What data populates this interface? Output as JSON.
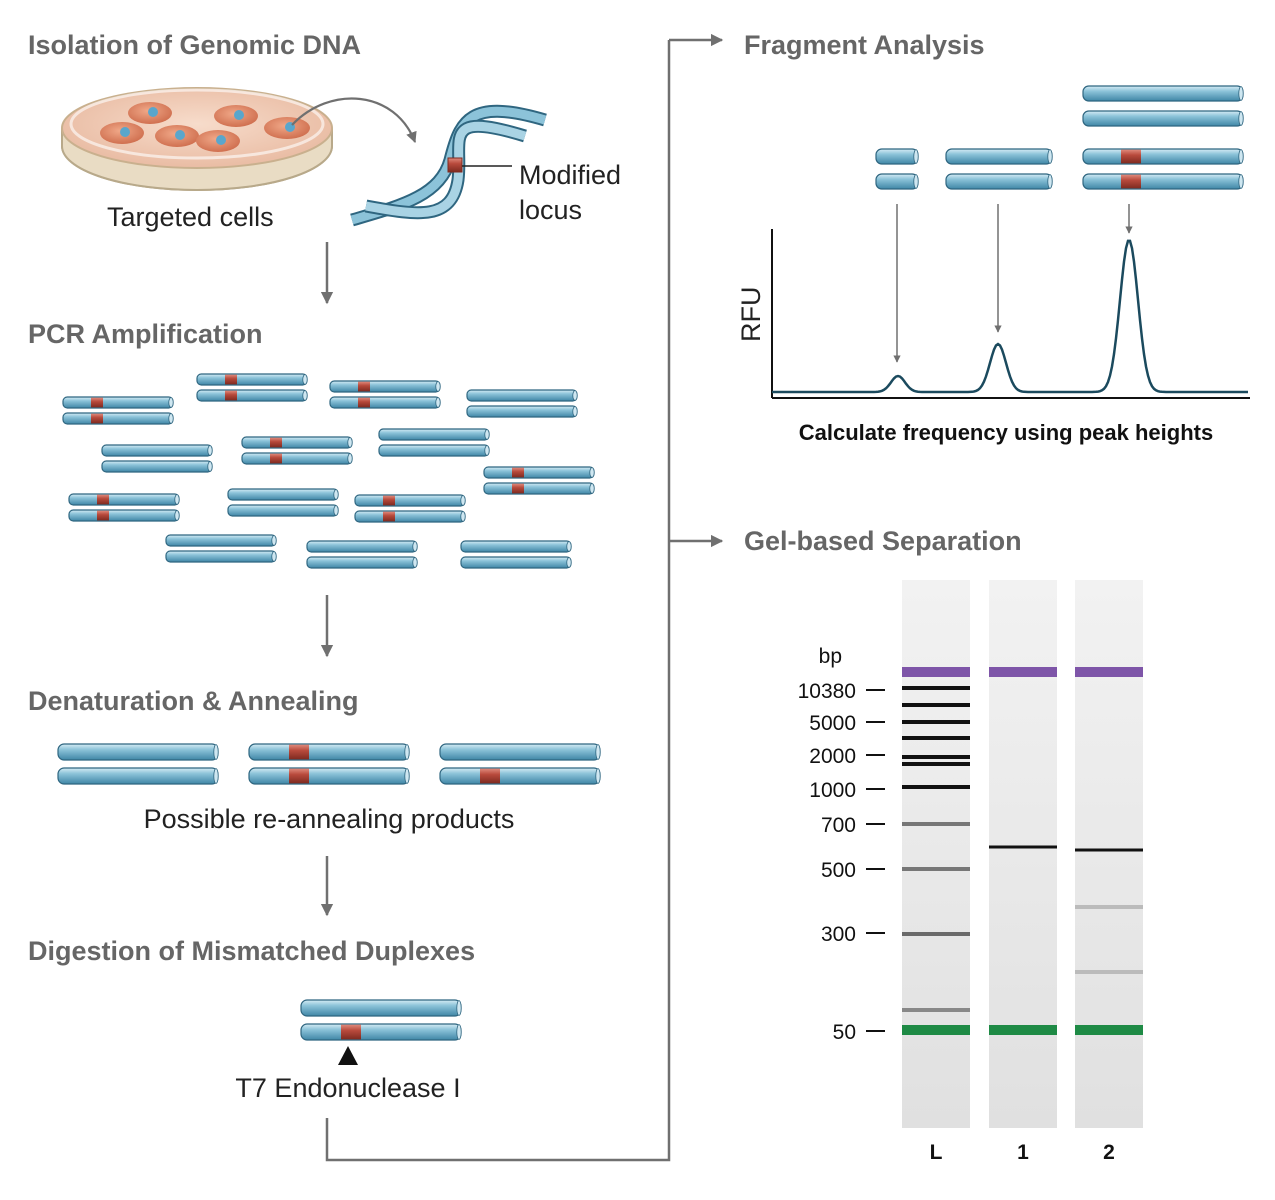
{
  "sections": {
    "isolation": {
      "title": "Isolation of Genomic DNA",
      "cells_label": "Targeted cells",
      "locus_label_line1": "Modified",
      "locus_label_line2": "locus"
    },
    "pcr": {
      "title": "PCR Amplification"
    },
    "denaturation": {
      "title": "Denaturation & Annealing",
      "caption": "Possible re-annealing products"
    },
    "digestion": {
      "title": "Digestion of Mismatched Duplexes",
      "enzyme_label": "T7 Endonuclease I"
    },
    "fragment": {
      "title": "Fragment Analysis",
      "y_axis_label": "RFU",
      "caption": "Calculate frequency using peak heights"
    },
    "gel": {
      "title": "Gel-based Separation",
      "unit_label": "bp",
      "ladder_labels": [
        "10380",
        "5000",
        "2000",
        "1000",
        "700",
        "500",
        "300",
        "50"
      ],
      "lanes": [
        "L",
        "1",
        "2"
      ]
    }
  },
  "colors": {
    "dna_fill": "#7ab8d0",
    "dna_edge": "#2f6680",
    "mutation": "#b84a3c",
    "trace": "#1b4a5e",
    "marker_top": "#7e55a8",
    "marker_bottom": "#1e8a45"
  }
}
